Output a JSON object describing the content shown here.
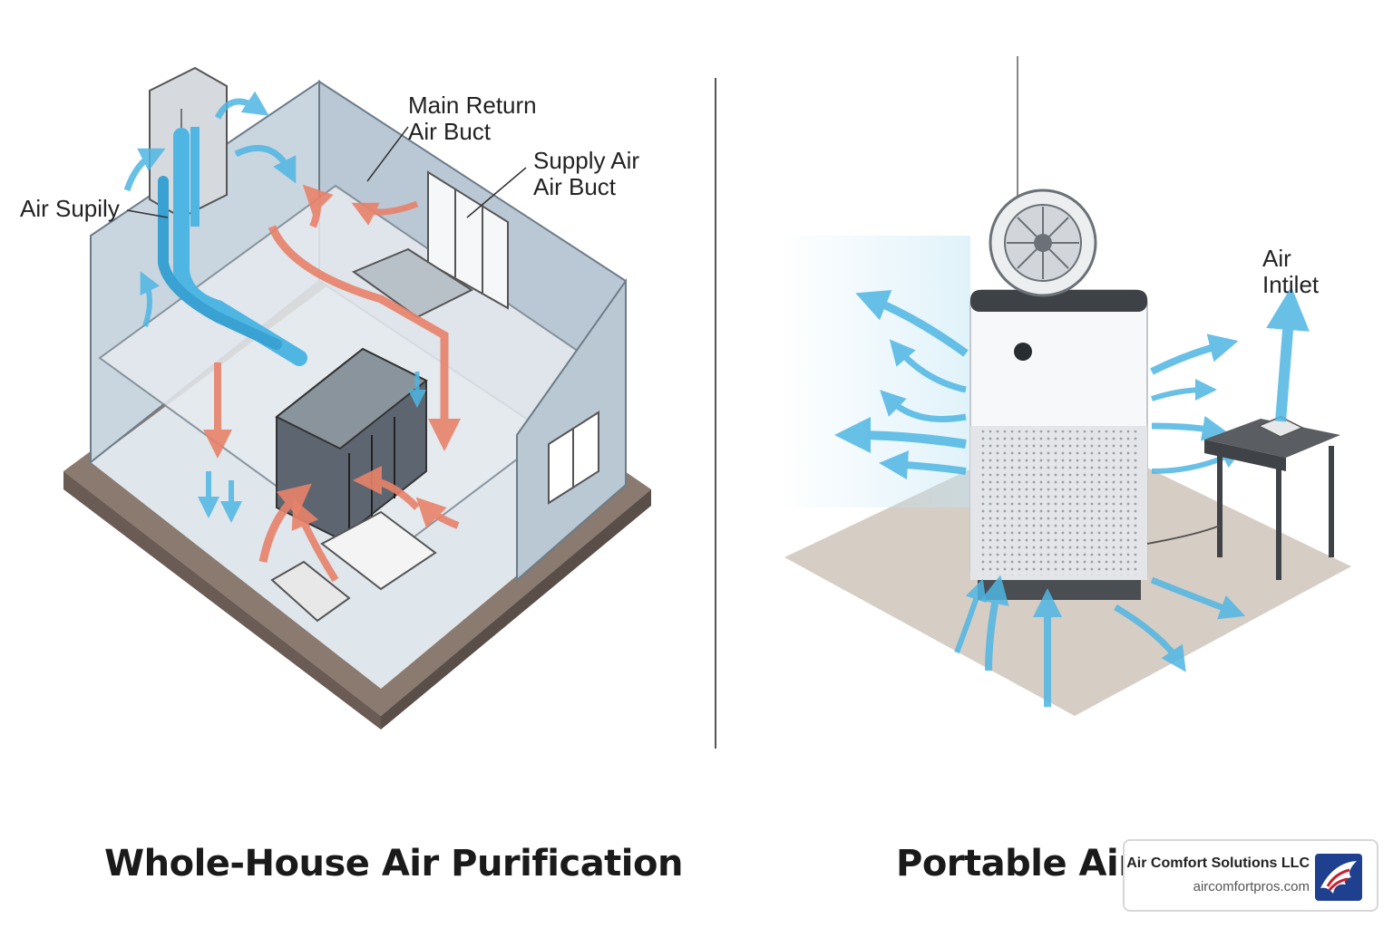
{
  "left": {
    "caption": "Whole-House Air Purification",
    "labels": {
      "air_supply": "Air Supily",
      "main_return": "Main Return\nAir Buct",
      "supply_duct": "Supply Air\nAir Buct"
    }
  },
  "right": {
    "caption": "Portable Air Purification",
    "labels": {
      "air_inlet": "Air\nIntilet"
    }
  },
  "badge": {
    "company": "Air Comfort Solutions LLC",
    "website": "aircomfortpros.com"
  },
  "colors": {
    "supply_blue": "#4fb6e3",
    "return_red": "#e8826a",
    "wall": "#c9d6e0",
    "floor": "#7a6a60"
  }
}
